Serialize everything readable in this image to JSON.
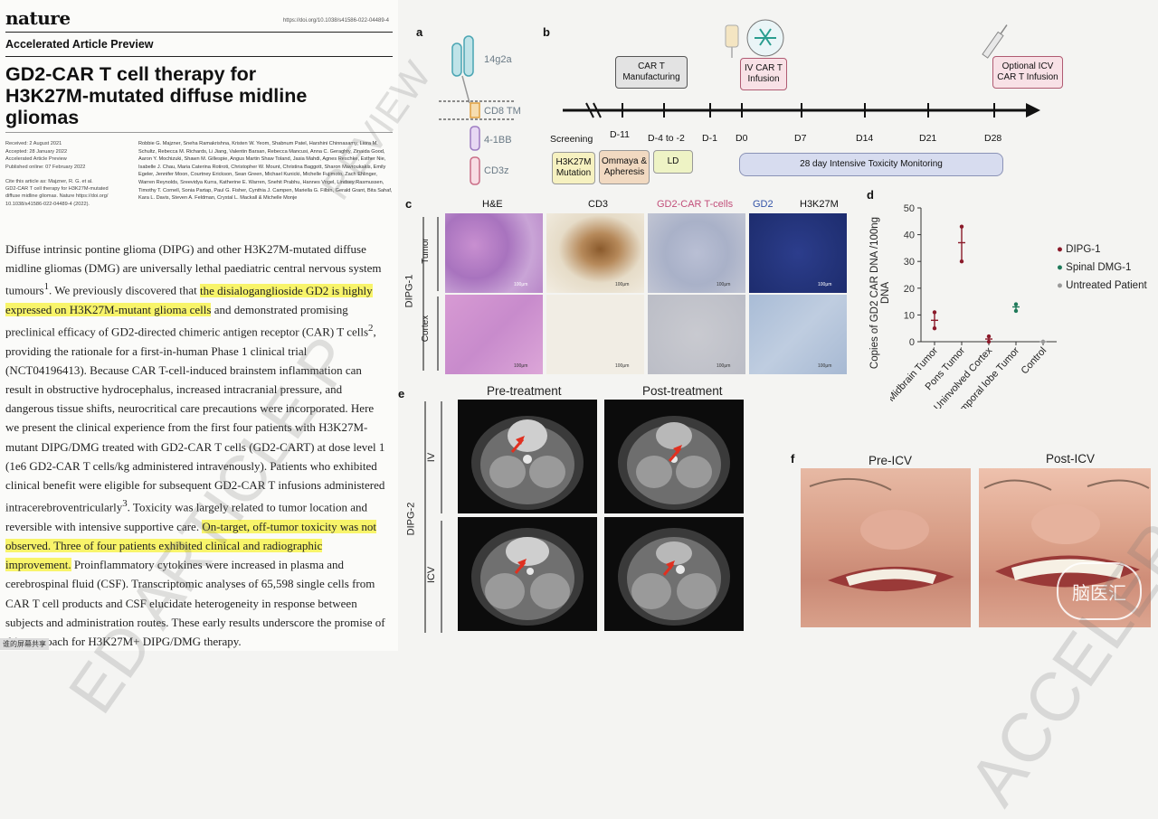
{
  "article": {
    "journal": "nature",
    "doi": "https://doi.org/10.1038/s41586-022-04489-4",
    "section": "Accelerated Article Preview",
    "title_line1": "GD2-CAR T cell therapy for",
    "title_line2": "H3K27M-mutated diffuse midline gliomas",
    "received": "Received: 2 August 2021",
    "accepted": "Accepted: 28 January 2022",
    "aap_label": "Accelerated Article Preview",
    "published": "Published online: 07 February 2022",
    "cite_line1": "Cite this article as: Majzner, R. G. et al.",
    "cite_line2": "GD2-CAR T cell therapy for H3K27M-mutated",
    "cite_line3": "diffuse midline gliomas. Nature https://doi.org/",
    "cite_line4": "10.1038/s41586-022-04489-4 (2022).",
    "authors": "Robbie G. Majzner, Sneha Ramakrishna, Kristen W. Yeom, Shabnum Patel, Harshini Chinnasamy, Liora M. Schultz, Rebecca M. Richards, Li Jiang, Valentin Barsan, Rebecca Mancusi, Anna C. Geraghty, Zinaida Good, Aaron Y. Mochizuki, Shawn M. Gillespie, Angus Martin Shaw Toland, Jasia Mahdi, Agnes Reschke, Esther Nie, Isabelle J. Chau, Maria Caterina Rotiroti, Christopher W. Mount, Christina Baggott, Sharon Mavroukakis, Emily Egeler, Jennifer Moon, Courtney Erickson, Sean Green, Michael Kunicki, Michelle Fujimoto, Zach Ehlinger, Warren Reynolds, Sreevidya Kurra, Katherine E. Warren, Snehit Prabhu, Hannes Vogel, Lindsey Rasmussen, Timothy T. Cornell, Sonia Partap, Paul G. Fisher, Cynthia J. Campen, Mariella G. Filbin, Gerald Grant, Bita Sahaf, Kara L. Davis, Steven A. Feldman, Crystal L. Mackall & Michelle Monje",
    "abs_1": "Diffuse intrinsic pontine glioma (DIPG) and other H3K27M-mutated diffuse midline gliomas (DMG) are universally lethal paediatric central nervous system tumours",
    "abs_sup1": "1",
    "abs_2": ". We previously discovered that ",
    "abs_hl1": "the disialoganglioside GD2 is highly expressed on H3K27M-mutant glioma cells",
    "abs_3": " and demonstrated promising preclinical efficacy of GD2-directed chimeric antigen receptor (CAR) T cells",
    "abs_sup2": "2",
    "abs_4": ", providing the rationale for a first-in-human Phase 1 clinical trial (NCT04196413). Because CAR T-cell-induced brainstem inflammation can result in obstructive hydrocephalus, increased intracranial pressure, and dangerous tissue shifts, neurocritical care precautions were incorporated. Here we present the clinical experience from the first four patients with H3K27M-mutant DIPG/DMG treated with GD2-CAR T cells (GD2-CART) at dose level 1 (1e6 GD2-CAR T cells/kg administered intravenously). Patients who exhibited clinical benefit were eligible for subsequent GD2-CAR T infusions administered intracerebroventricularly",
    "abs_sup3": "3",
    "abs_5": ". Toxicity was largely related to tumor location and reversible with intensive supportive care. ",
    "abs_hl2": "On-target, off-tumor toxicity was not observed. Three of four patients exhibited clinical and radiographic improvement.",
    "abs_6": " Proinflammatory cytokines were increased in plasma and cerebrospinal fluid (CSF). Transcriptomic analyses of 65,598 single cells from CAR T cell products and CSF elucidate heterogeneity in response between subjects and administration routes. These early results underscore the promise of this approach for H3K27M+ DIPG/DMG therapy."
  },
  "watermark": {
    "left": "ED ARTICLE P",
    "left2": "REVIEW",
    "right": "ACCELERATED ARTICLE PREVIEW"
  },
  "panel_a": {
    "letter": "a",
    "labels": [
      "14g2a",
      "CD8 TM",
      "4-1BB",
      "CD3z"
    ]
  },
  "panel_b": {
    "letter": "b",
    "boxes": {
      "car_manufacturing": "CAR T Manufacturing",
      "iv_infusion": "IV CAR T Infusion",
      "icv_infusion": "Optional ICV CAR T Infusion",
      "mutation": "H3K27M Mutation",
      "ommaya": "Ommaya & Apheresis",
      "ld": "LD",
      "monitoring": "28 day Intensive Toxicity Monitoring"
    },
    "ticks": [
      "Screening",
      "D-11",
      "D-4 to -2",
      "D-1",
      "D0",
      "D7",
      "D14",
      "D21",
      "D28"
    ]
  },
  "panel_c": {
    "letter": "c",
    "columns": [
      "H&E",
      "CD3",
      "GD2-CAR T-cells",
      "GD2",
      "H3K27M"
    ],
    "subject": "DIPG-1",
    "rows": [
      "Tumor",
      "Cortex"
    ],
    "scalebar": "100μm"
  },
  "panel_d": {
    "letter": "d",
    "chart_data": {
      "type": "scatter",
      "ylabel": "Copies of GD2 CAR DNA /100ng DNA",
      "ylim": [
        0,
        50
      ],
      "yticks": [
        0,
        10,
        20,
        30,
        40,
        50
      ],
      "categories": [
        "Midbrain Tumor",
        "Pons Tumor",
        "Uninvolved Cortex",
        "Temporal lobe Tumor",
        "Control"
      ],
      "series": [
        {
          "name": "DIPG-1",
          "color": "#8b1a2a",
          "points": [
            {
              "category": "Midbrain Tumor",
              "mean": 8,
              "low": 5,
              "high": 11
            },
            {
              "category": "Pons Tumor",
              "mean": 37,
              "low": 30,
              "high": 43
            },
            {
              "category": "Uninvolved Cortex",
              "mean": 1,
              "low": 0,
              "high": 2
            }
          ]
        },
        {
          "name": "Spinal DMG-1",
          "color": "#1f7a5a",
          "points": [
            {
              "category": "Temporal lobe Tumor",
              "mean": 13,
              "low": 11.5,
              "high": 14
            }
          ]
        },
        {
          "name": "Untreated Patient",
          "color": "#999999",
          "points": [
            {
              "category": "Control",
              "mean": 0,
              "low": 0,
              "high": 0
            }
          ]
        }
      ]
    }
  },
  "panel_e": {
    "letter": "e",
    "col_pre": "Pre-treatment",
    "col_post": "Post-treatment",
    "subject": "DIPG-2",
    "rows": [
      "IV",
      "ICV"
    ]
  },
  "panel_f": {
    "letter": "f",
    "pre": "Pre-ICV",
    "post": "Post-ICV",
    "logo": "脑医汇"
  },
  "bottom_tag": "谁的屏幕共享"
}
